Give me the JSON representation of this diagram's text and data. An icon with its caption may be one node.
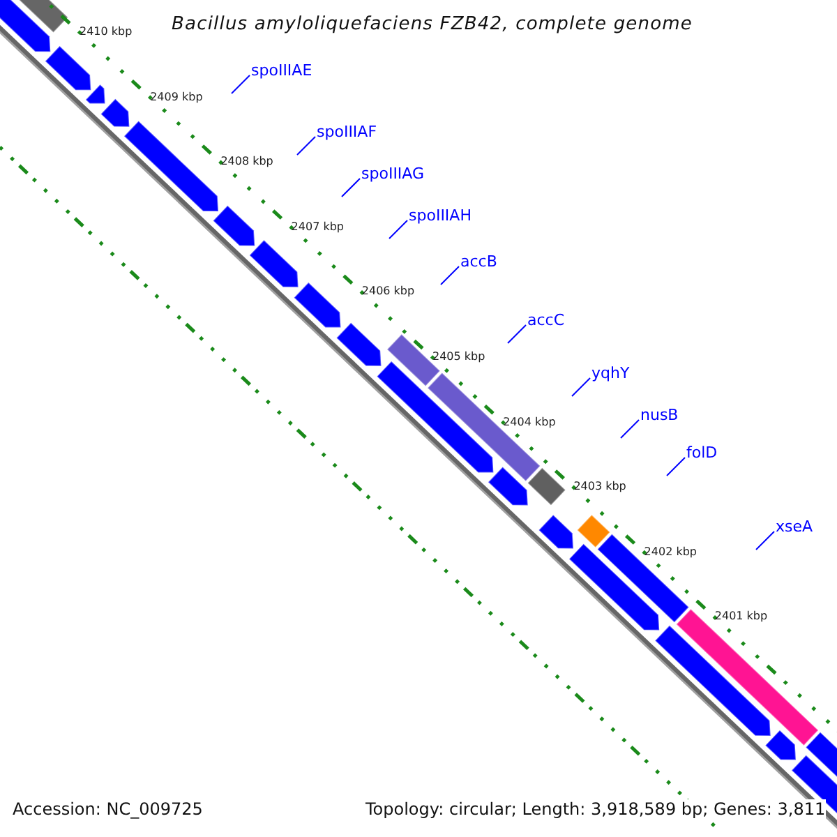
{
  "diagram": {
    "title": "Bacillus amyloliquefaciens FZB42, complete genome",
    "nodes": [
      {
        "text": [
          "spoIIIAE"
        ]
      },
      {
        "text": [
          "spoIIIAF"
        ]
      },
      {
        "text": [
          "spoIIIAG"
        ]
      },
      {
        "text": [
          "spoIIIAH"
        ]
      },
      {
        "text": [
          "accB"
        ]
      },
      {
        "text": [
          "accC"
        ]
      },
      {
        "text": [
          "yqhY"
        ]
      },
      {
        "text": [
          "nusB"
        ]
      },
      {
        "text": [
          "folD"
        ]
      },
      {
        "text": [
          "xseA"
        ]
      }
    ],
    "edges": [
      {
        "from": 0,
        "to": null,
        "arrow": "none"
      },
      {
        "from": 1,
        "to": null,
        "arrow": "none"
      },
      {
        "from": 2,
        "to": null,
        "arrow": "none"
      },
      {
        "from": 3,
        "to": null,
        "arrow": "none"
      },
      {
        "from": 4,
        "to": null,
        "arrow": "none"
      },
      {
        "from": 5,
        "to": null,
        "arrow": "none"
      },
      {
        "from": 6,
        "to": null,
        "arrow": "none"
      },
      {
        "from": 7,
        "to": null,
        "arrow": "none"
      },
      {
        "from": 8,
        "to": null,
        "arrow": "none"
      },
      {
        "from": 9,
        "to": null,
        "arrow": "none"
      }
    ],
    "labels": [
      "2410 kbp",
      "2409 kbp",
      "2408 kbp",
      "2407 kbp",
      "2406 kbp",
      "2405 kbp",
      "2404 kbp",
      "2403 kbp",
      "2402 kbp",
      "2401 kbp",
      "Accession: NC_009725",
      "Topology: circular; Length: 3,918,589 bp; Genes: 3,811"
    ]
  }
}
